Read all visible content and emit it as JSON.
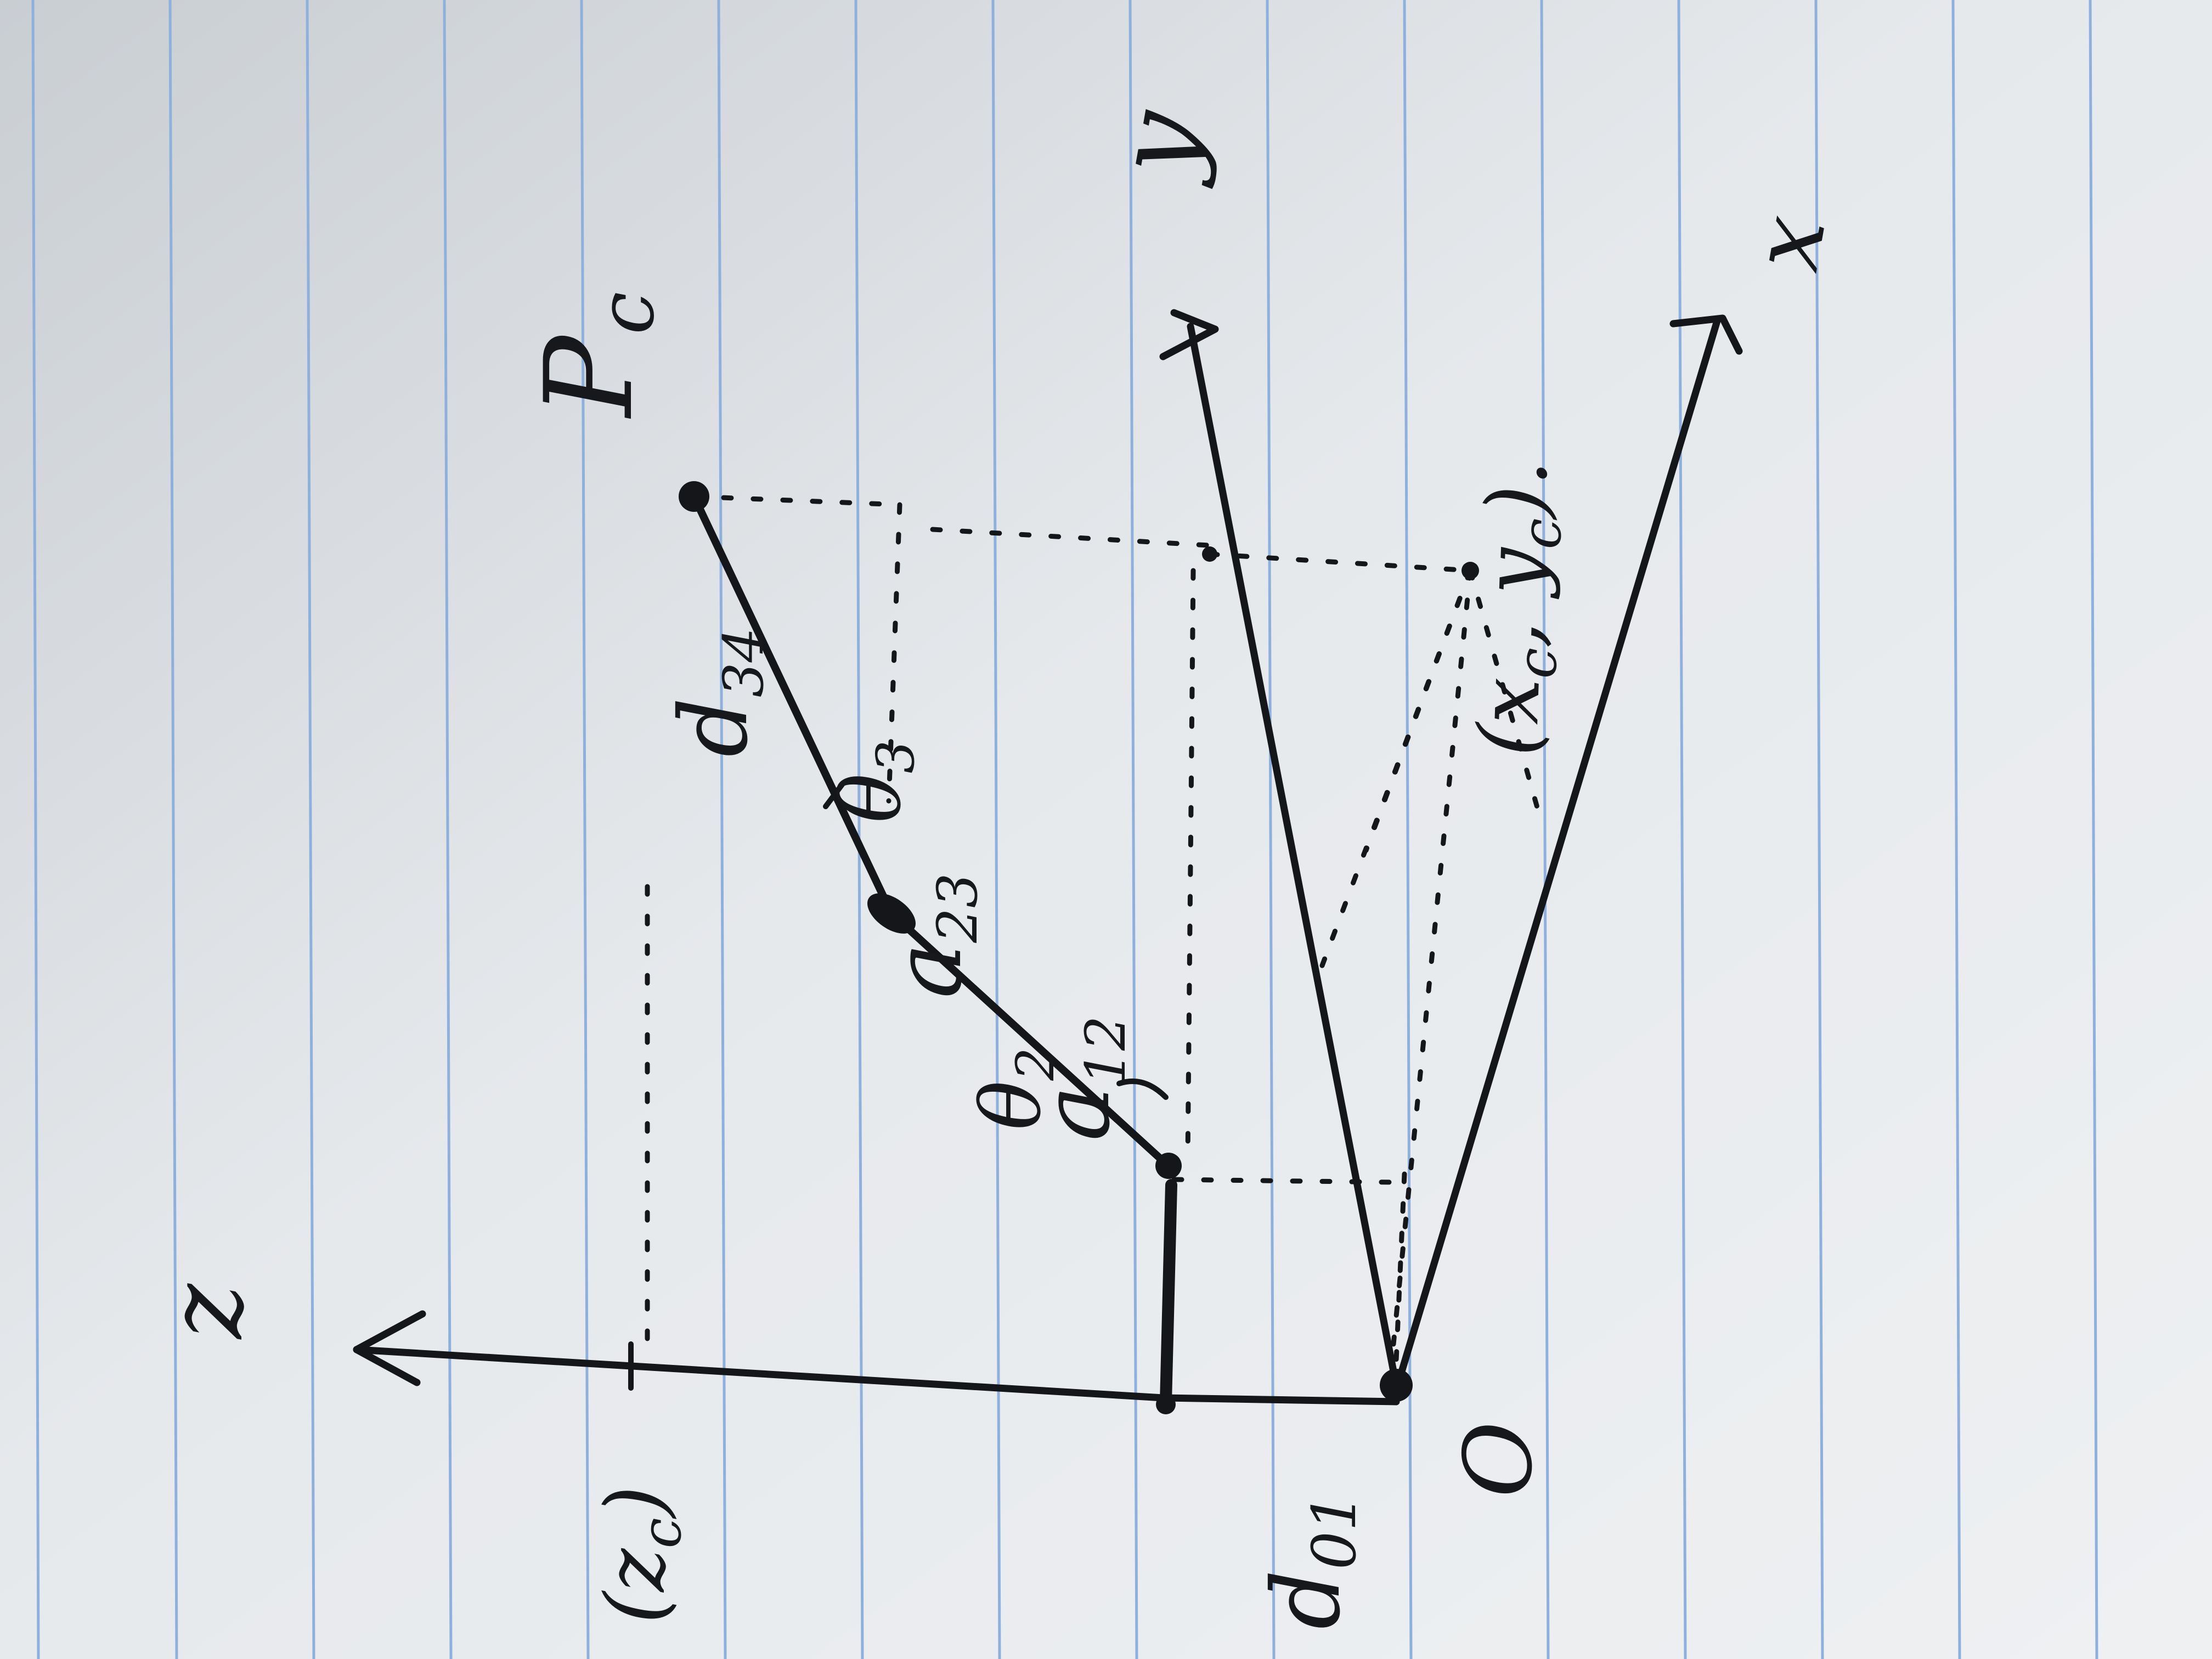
{
  "labels": {
    "z_axis": "z",
    "y_axis": "y",
    "x_axis": "x",
    "origin": "O",
    "point": "P",
    "point_sub": "c",
    "zc": "(z",
    "zc_sub": "c",
    "zc_close": ")",
    "xcyc": "(x",
    "xcyc_sub1": "c",
    "xcyc_mid": ", y",
    "xcyc_sub2": "c",
    "xcyc_close": ").",
    "d01": "d",
    "d01_sub": "01",
    "a12": "a",
    "a12_sub": "12",
    "a23": "a",
    "a23_sub": "23",
    "d34": "d",
    "d34_sub": "34",
    "theta2": "θ",
    "theta2_sub": "2",
    "theta3": "θ",
    "theta3_sub": "3"
  },
  "colors": {
    "paper": "#e3e6e9",
    "rule": "#8fb0dc",
    "margin": "#c99aa2",
    "ink": "#15161a"
  }
}
